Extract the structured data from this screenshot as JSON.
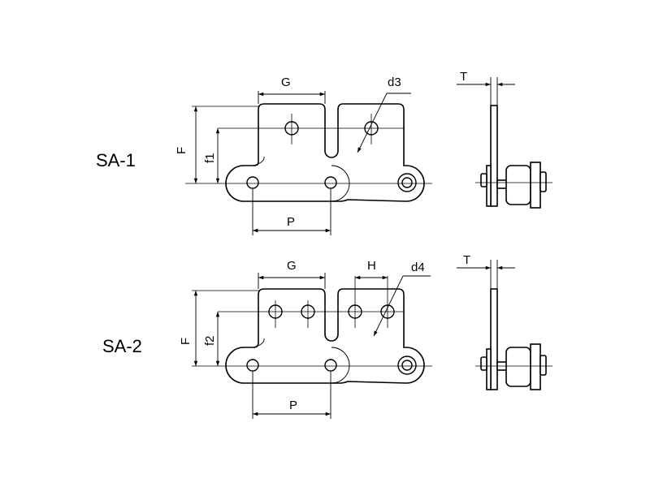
{
  "variants": [
    {
      "name": "SA-1",
      "labels": {
        "G": "G",
        "d": "d3",
        "T": "T",
        "F": "F",
        "f": "f1",
        "P": "P"
      }
    },
    {
      "name": "SA-2",
      "labels": {
        "G": "G",
        "H": "H",
        "d": "d4",
        "T": "T",
        "F": "F",
        "f": "f2",
        "P": "P"
      }
    }
  ],
  "colors": {
    "line": "#000000",
    "background": "#ffffff"
  }
}
